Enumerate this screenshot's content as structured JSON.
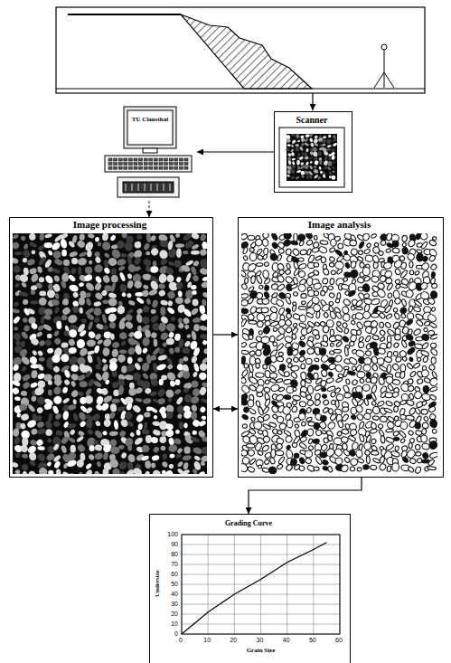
{
  "diagram": {
    "nodes": [
      {
        "text": [
          "TU Clausthal"
        ]
      },
      {
        "text": [
          "Scanner"
        ]
      },
      {
        "text": [
          "Image processing"
        ]
      },
      {
        "text": [
          "Image analysis"
        ]
      },
      {
        "text": [
          "Grading Curve",
          "Undersize",
          "Grain Size"
        ]
      }
    ],
    "edges": [
      {
        "from": 1,
        "to": 0,
        "arrow": "to"
      },
      {
        "from": 0,
        "to": 2,
        "arrow": "to"
      },
      {
        "from": 2,
        "to": 3,
        "arrow": "to"
      },
      {
        "from": 2,
        "to": 3,
        "arrow": "both"
      },
      {
        "from": 3,
        "to": 4,
        "arrow": "to"
      }
    ],
    "labels": [
      "100",
      "90",
      "80",
      "70",
      "60",
      "50",
      "40",
      "30",
      "20",
      "10",
      "0",
      "0",
      "10",
      "20",
      "30",
      "40",
      "50",
      "60"
    ]
  }
}
